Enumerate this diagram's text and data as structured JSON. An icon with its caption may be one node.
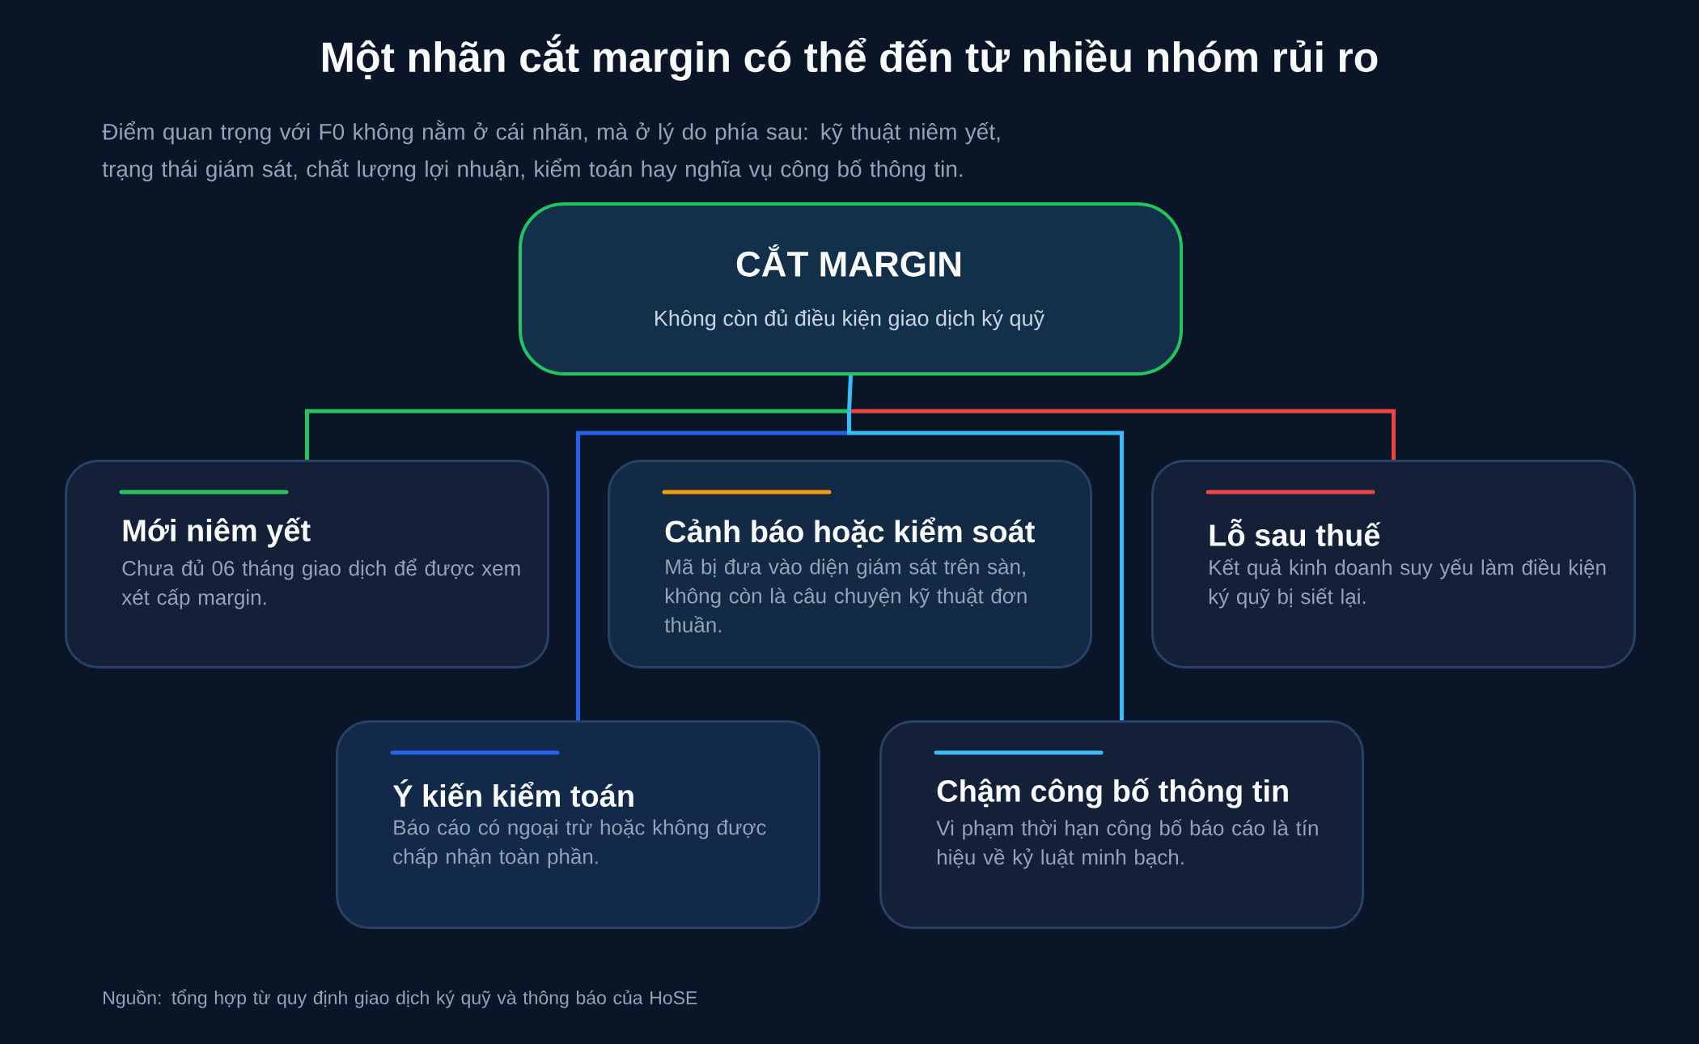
{
  "diagram": {
    "title": "Một nhãn cắt margin có thể đến từ nhiều nhóm rủi ro",
    "nodes": [
      {
        "text": [
          "CẮT MARGIN",
          "Không còn đủ điều kiện giao dịch ký quỹ"
        ]
      },
      {
        "text": [
          "Mới niêm yết",
          "Chưa đủ 06 tháng giao dịch để được xem xét cấp margin."
        ]
      },
      {
        "text": [
          "Cảnh báo hoặc kiểm soát",
          "Mã bị đưa vào diện giám sát trên sàn, không còn là câu chuyện kỹ thuật đơn thuần."
        ]
      },
      {
        "text": [
          "Lỗ sau thuế",
          "Kết quả kinh doanh suy yếu làm điều kiện ký quỹ bị siết lại."
        ]
      },
      {
        "text": [
          "Ý kiến kiểm toán",
          "Báo cáo có ngoại trừ hoặc không được chấp nhận toàn phần."
        ]
      },
      {
        "text": [
          "Chậm công bố thông tin",
          "Vi phạm thời hạn công bố báo cáo là tín hiệu về kỷ luật minh bạch."
        ]
      }
    ],
    "edges": [
      {
        "from": 0,
        "to": 1,
        "arrow": "none",
        "color": "#22c55e"
      },
      {
        "from": 0,
        "to": 3,
        "arrow": "none",
        "color": "#ef4444"
      },
      {
        "from": 0,
        "to": 4,
        "arrow": "none",
        "color": "#2563eb"
      },
      {
        "from": 0,
        "to": 5,
        "arrow": "none",
        "color": "#38bdf8"
      }
    ],
    "labels": [
      "Điểm quan trọng với F0 không nằm ở cái nhãn, mà ở lý do phía sau: kỹ thuật niêm yết, trạng thái giám sát, chất lượng lợi nhuận, kiểm toán hay nghĩa vụ công bố thông tin.",
      "Nguồn: tổng hợp từ quy định giao dịch ký quỹ và thông báo của HoSE"
    ]
  }
}
